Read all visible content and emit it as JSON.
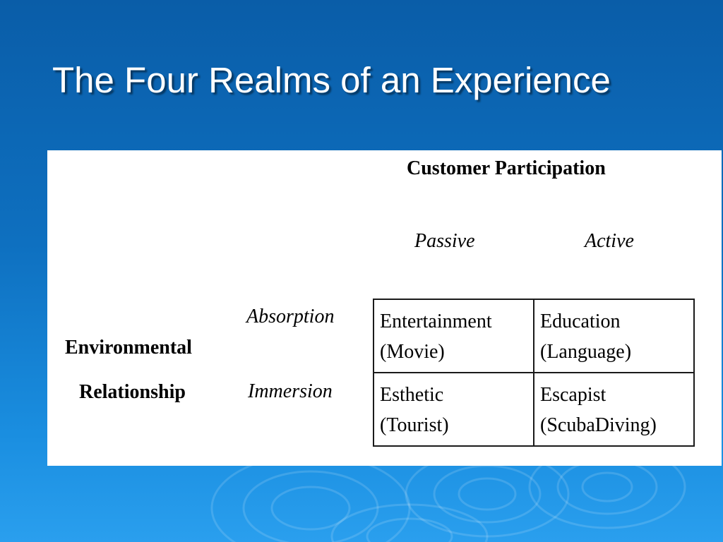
{
  "slide": {
    "title": "The Four Realms of an Experience"
  },
  "matrix": {
    "column_header": "Customer Participation",
    "columns": [
      "Passive",
      "Active"
    ],
    "row_header_lines": [
      "Environmental",
      "Relationship"
    ],
    "rows": [
      "Absorption",
      "Immersion"
    ],
    "cells": [
      [
        {
          "name": "Entertainment",
          "example": "(Movie)"
        },
        {
          "name": "Education",
          "example": "(Language)"
        }
      ],
      [
        {
          "name": "Esthetic",
          "example": "(Tourist)"
        },
        {
          "name": "Escapist",
          "example": "(ScubaDiving)"
        }
      ]
    ]
  },
  "colors": {
    "background_dark": "#0a5da8",
    "background_light": "#2a9fee",
    "panel": "#ffffff",
    "title_text": "#ffffff"
  }
}
